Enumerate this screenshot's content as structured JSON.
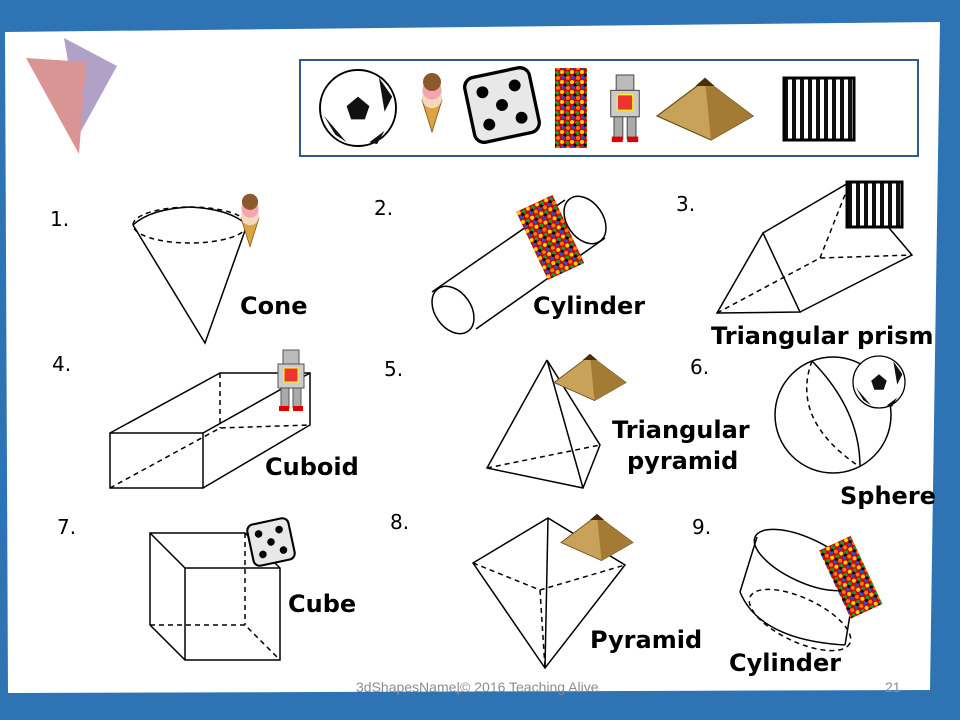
{
  "colors": {
    "frame": "#2e74b5",
    "triangle_red": "#d99594",
    "triangle_purple": "#b2a1c7"
  },
  "picture_strip": {
    "items": [
      "soccer-ball",
      "ice-cream-cone",
      "die",
      "candy-tube",
      "robot",
      "pyramid",
      "striped-box"
    ]
  },
  "shapes": [
    {
      "number": "1.",
      "name": "Cone"
    },
    {
      "number": "2.",
      "name": "Cylinder"
    },
    {
      "number": "3.",
      "name": "Triangular prism"
    },
    {
      "number": "4.",
      "name": "Cuboid"
    },
    {
      "number": "5.",
      "name": "Triangular",
      "name2": "pyramid"
    },
    {
      "number": "6.",
      "name": "Sphere"
    },
    {
      "number": "7.",
      "name": "Cube"
    },
    {
      "number": "8.",
      "name": "Pyramid"
    },
    {
      "number": "9.",
      "name": "Cylinder"
    }
  ],
  "footer": {
    "text": "3dShapesName|© 2016 Teaching Alive",
    "page": "21"
  }
}
